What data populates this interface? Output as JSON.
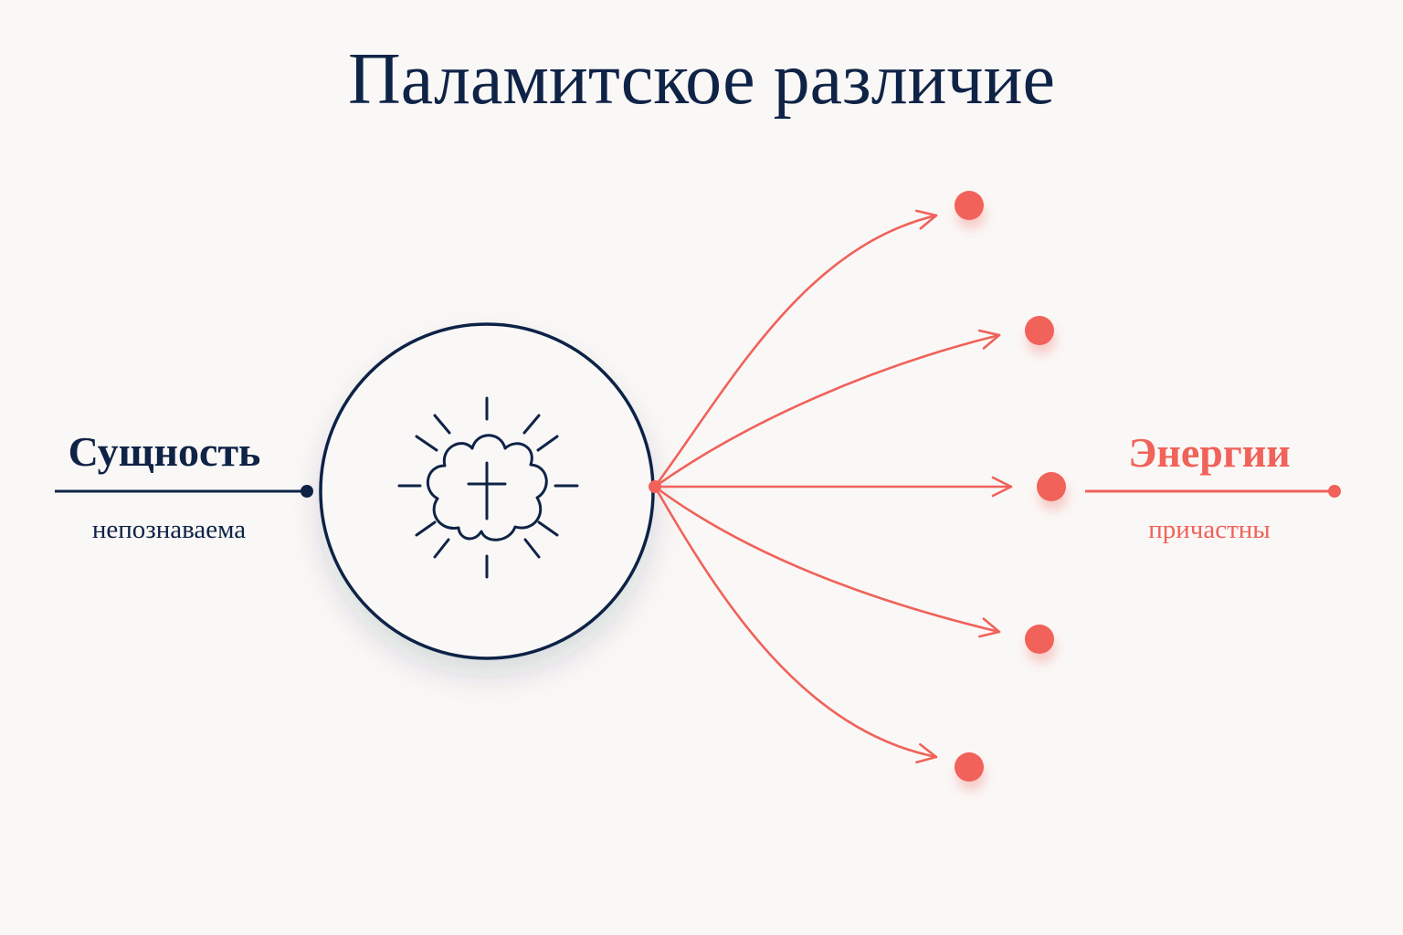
{
  "title": "Паламитское различие",
  "essence": {
    "label": "Сущность",
    "sublabel": "непознаваема"
  },
  "energies": {
    "label": "Энергии",
    "sublabel": "причастны",
    "count": 5
  },
  "center_icon": "cloud-with-cross-and-rays-icon",
  "colors": {
    "background": "#faf8f6",
    "navy": "#0f2347",
    "coral": "#f0625a"
  }
}
